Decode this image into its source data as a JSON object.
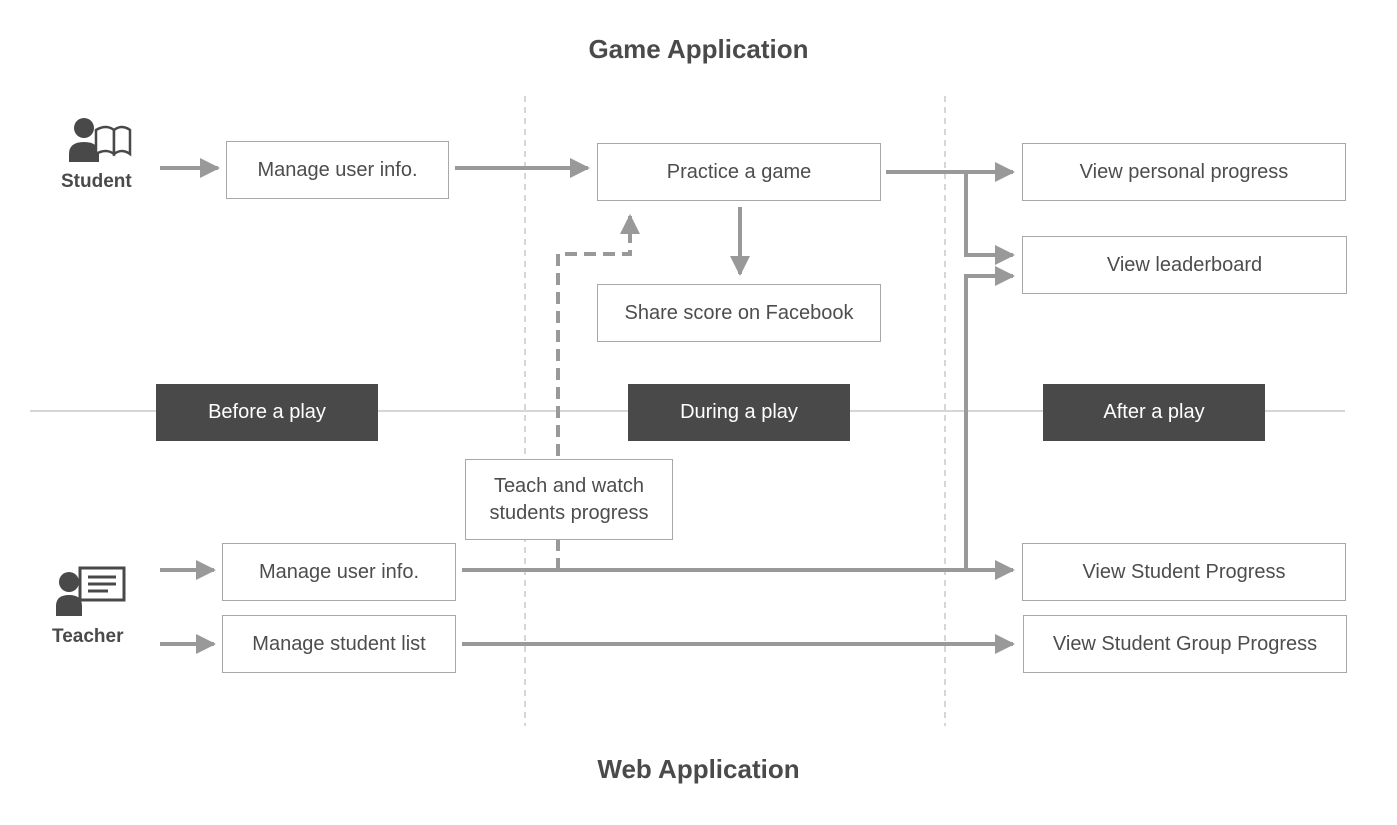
{
  "titles": {
    "top": "Game Application",
    "bottom": "Web Application"
  },
  "actors": {
    "student": {
      "label": "Student",
      "icon": "student-reading-icon"
    },
    "teacher": {
      "label": "Teacher",
      "icon": "teacher-board-icon"
    }
  },
  "phases": {
    "before": "Before a play",
    "during": "During a play",
    "after": "After a play"
  },
  "boxes": {
    "student_manage_user": "Manage user info.",
    "practice_game": "Practice a game",
    "share_score": "Share score on Facebook",
    "view_personal_progress": "View personal progress",
    "view_leaderboard": "View leaderboard",
    "teach_watch": "Teach and watch students progress",
    "teacher_manage_user": "Manage user info.",
    "manage_student_list": "Manage student list",
    "view_student_progress": "View Student Progress",
    "view_group_progress": "View Student Group Progress"
  },
  "colors": {
    "arrow": "#999999",
    "phase_bg": "#494949",
    "box_border": "#a8a8a8",
    "divider": "#c8c8c8"
  }
}
